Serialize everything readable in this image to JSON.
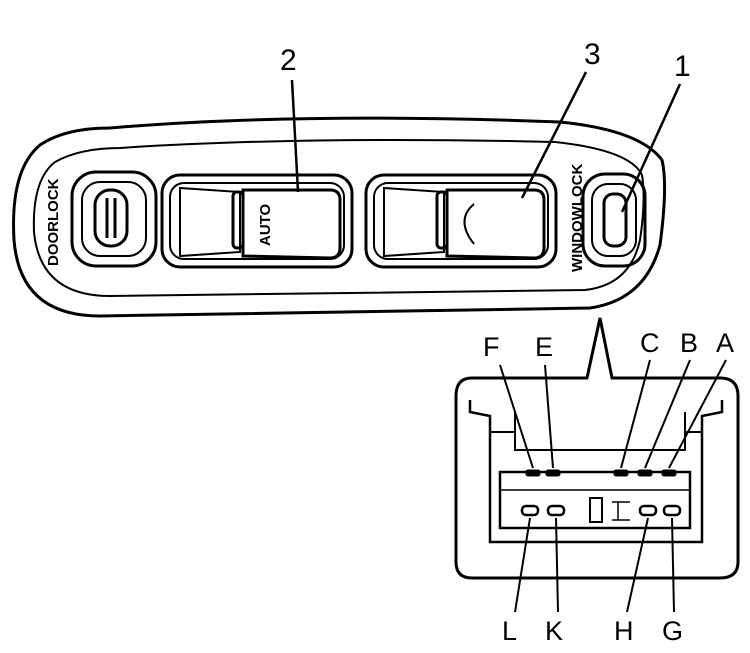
{
  "diagram": {
    "switch_labels": {
      "doorlock": "DOORLOCK",
      "auto": "AUTO",
      "windowlock": "WINDOWLOCK"
    },
    "callouts": [
      "2",
      "3",
      "1"
    ],
    "connector_pins_top": [
      "F",
      "E",
      "C",
      "B",
      "A"
    ],
    "connector_pins_bottom": [
      "L",
      "K",
      "H",
      "G"
    ],
    "colors": {
      "line": "#000000",
      "background": "#ffffff"
    }
  }
}
